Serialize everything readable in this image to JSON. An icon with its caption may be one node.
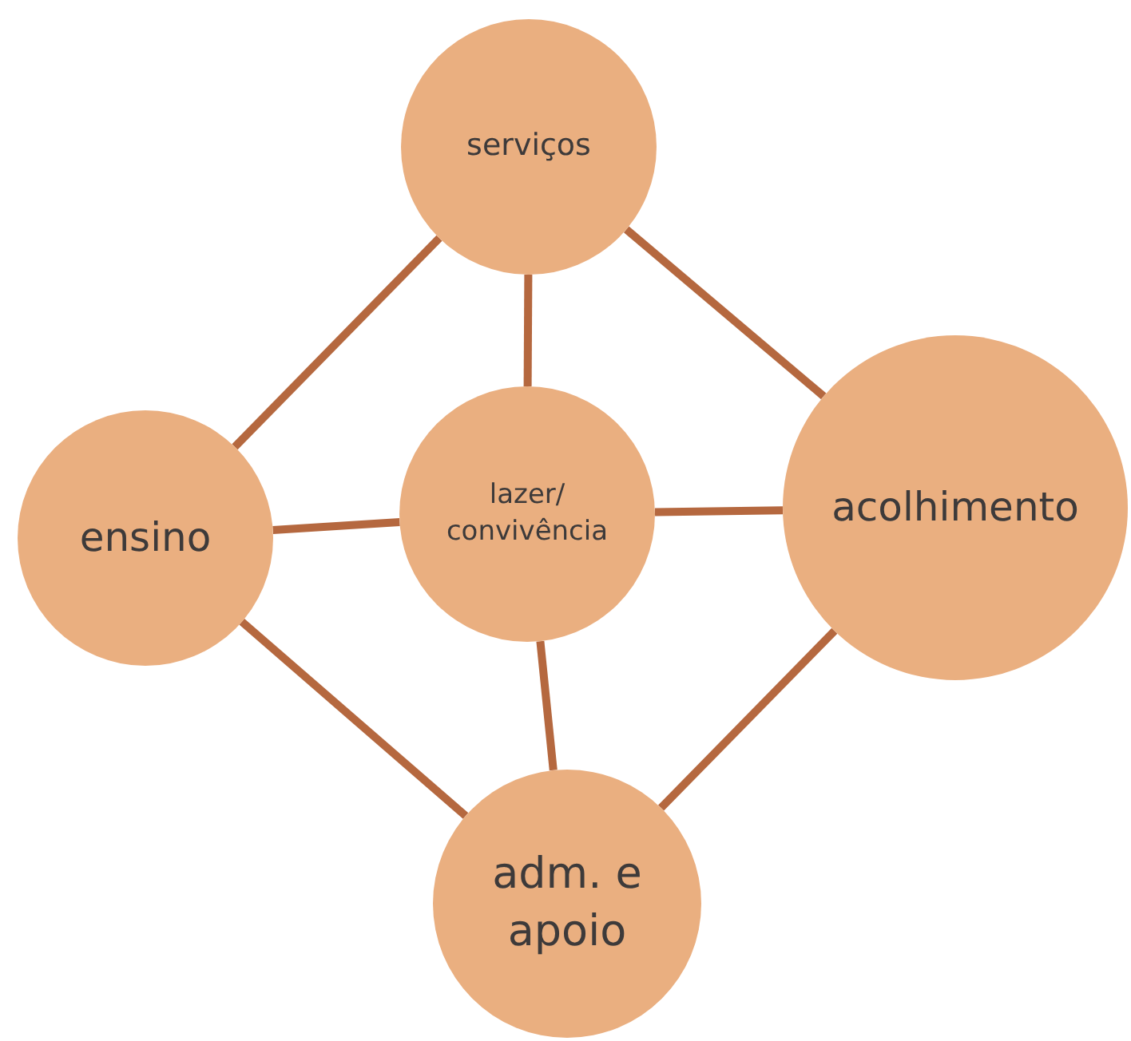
{
  "diagram": {
    "nodes": [
      {
        "text": [
          "serviços"
        ]
      },
      {
        "text": [
          "ensino"
        ]
      },
      {
        "text": [
          "lazer/ convivência"
        ]
      },
      {
        "text": [
          "acolhimento"
        ]
      },
      {
        "text": [
          "adm. e apoio"
        ]
      }
    ],
    "edges": [
      {
        "from": 0,
        "to": 1,
        "arrow": "none"
      },
      {
        "from": 0,
        "to": 3,
        "arrow": "none"
      },
      {
        "from": 0,
        "to": 2,
        "arrow": "none"
      },
      {
        "from": 1,
        "to": 2,
        "arrow": "none"
      },
      {
        "from": 2,
        "to": 3,
        "arrow": "none"
      },
      {
        "from": 1,
        "to": 4,
        "arrow": "none"
      },
      {
        "from": 2,
        "to": 4,
        "arrow": "none"
      },
      {
        "from": 3,
        "to": 4,
        "arrow": "none"
      }
    ]
  }
}
